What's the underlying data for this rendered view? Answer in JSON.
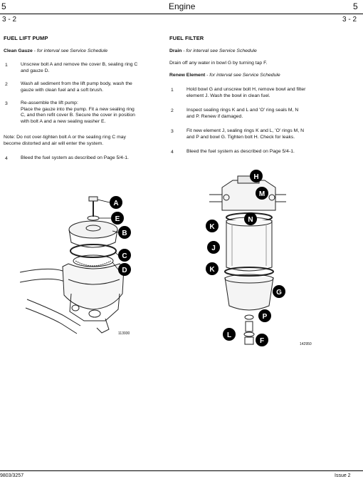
{
  "header": {
    "left_number": "5",
    "title": "Engine",
    "right_number": "5",
    "left_page": "3 - 2",
    "right_page": "3 - 2"
  },
  "left": {
    "heading": "FUEL LIFT PUMP",
    "sub_bold": "Clean Gauze",
    "sub_italic": " - for interval see Service Schedule",
    "steps": [
      {
        "n": "1",
        "lines": [
          "Unscrew bolt A and remove the cover B, sealing ring C",
          "and gauze D."
        ]
      },
      {
        "n": "2",
        "lines": [
          "Wash all sediment from the lift pump body, wash the",
          "gauze with clean fuel and a soft brush."
        ]
      },
      {
        "n": "3",
        "lines": [
          "Re-assemble the lift pump:",
          "Place the gauze into the pump. Fit a new sealing ring",
          "C, and then refit cover B.  Secure the cover in position",
          "with bolt A and a new sealing washer E."
        ]
      }
    ],
    "note_lines": [
      "Note: Do not over-tighten bolt A or the sealing ring C may",
      "become distorted and air will enter the system."
    ],
    "step4": {
      "n": "4",
      "text": "Bleed the fuel system as described on Page 5/4-1."
    },
    "figure_number": "113930",
    "callouts": [
      "A",
      "E",
      "B",
      "C",
      "D"
    ]
  },
  "right": {
    "heading": "FUEL FILTER",
    "drain_bold": "Drain",
    "drain_italic": " - for interval see Service Schedule",
    "drain_text": "Drain off any water in bowl G by turning tap F.",
    "renew_bold": "Renew Element",
    "renew_italic": " - for interval see Service Schedule",
    "steps": [
      {
        "n": "1",
        "lines": [
          "Hold bowl G and unscrew bolt H, remove bowl and filter",
          "element J. Wash the bowl in clean fuel."
        ]
      },
      {
        "n": "2",
        "lines": [
          "Inspect sealing rings K and L and 'O' ring seals M, N",
          "and P. Renew if damaged."
        ]
      },
      {
        "n": "3",
        "lines": [
          "Fit new element J, sealing rings K and L, 'O' rings M, N",
          "and P and bowl G. Tighten bolt H. Check for leaks."
        ]
      },
      {
        "n": "4",
        "lines": [
          "Bleed the fuel system as described on Page 5/4-1."
        ]
      }
    ],
    "figure_number": "142950",
    "callouts": [
      "H",
      "M",
      "N",
      "K",
      "J",
      "K",
      "G",
      "P",
      "L",
      "F"
    ]
  },
  "footer": {
    "doc_number": "9803/3257",
    "issue": "Issue 2"
  }
}
